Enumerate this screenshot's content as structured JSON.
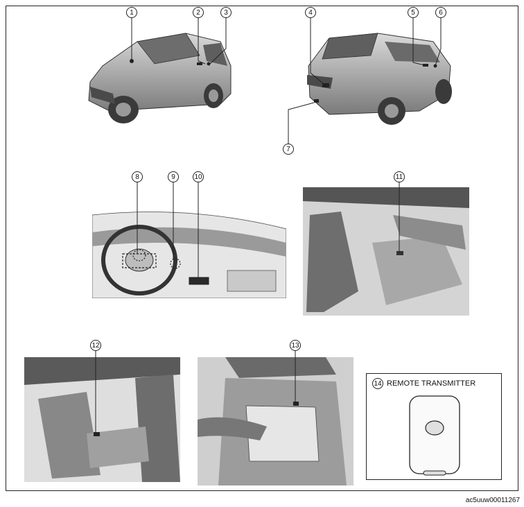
{
  "callouts": [
    "1",
    "2",
    "3",
    "4",
    "5",
    "6",
    "7",
    "8",
    "9",
    "10",
    "11",
    "12",
    "13",
    "14"
  ],
  "remote": {
    "number": "14",
    "label": "REMOTE TRANSMITTER"
  },
  "footer_code": "ac5uuw00011267",
  "colors": {
    "line": "#222222",
    "shade_dark": "#555555",
    "shade_mid": "#8a8a8a",
    "shade_light": "#cfcfcf"
  }
}
